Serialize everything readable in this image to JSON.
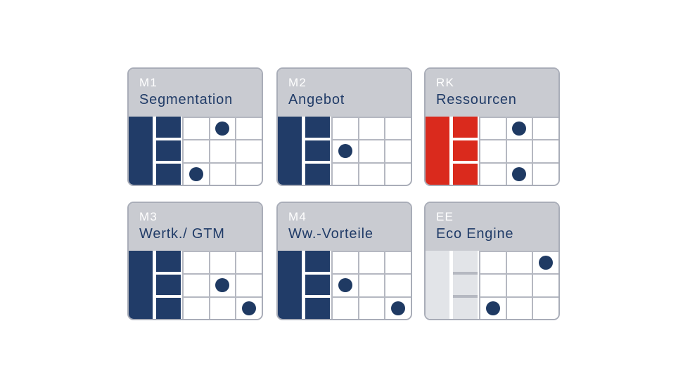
{
  "colors": {
    "navy": "#213C68",
    "red": "#DA2A1D",
    "header_gray": "#C9CBD1",
    "ee_light_gray": "#E2E4E8",
    "card_border": "#A9ADB8",
    "cell_line": "#B5B8C1",
    "code_text": "#FFFFFF",
    "title_text": "#213C68",
    "dot": "#1F3A63"
  },
  "grid_meta": {
    "rows": 3,
    "filled_bar_columns": 2,
    "dot_columns": 3
  },
  "cards": [
    {
      "code": "M1",
      "title": "Segmentation",
      "bar_color": "#213C68",
      "bar_gap_color": "#FFFFFF",
      "dots": [
        {
          "row": 1,
          "col": 2
        },
        {
          "row": 3,
          "col": 1
        }
      ]
    },
    {
      "code": "M2",
      "title": "Angebot",
      "bar_color": "#213C68",
      "bar_gap_color": "#FFFFFF",
      "dots": [
        {
          "row": 2,
          "col": 1
        }
      ]
    },
    {
      "code": "RK",
      "title": "Ressourcen",
      "bar_color": "#DA2A1D",
      "bar_gap_color": "#FFFFFF",
      "dots": [
        {
          "row": 1,
          "col": 2
        },
        {
          "row": 3,
          "col": 2
        }
      ]
    },
    {
      "code": "M3",
      "title": "Wertk./ GTM",
      "bar_color": "#213C68",
      "bar_gap_color": "#FFFFFF",
      "dots": [
        {
          "row": 2,
          "col": 2
        },
        {
          "row": 3,
          "col": 3
        }
      ]
    },
    {
      "code": "M4",
      "title": "Ww.-Vorteile",
      "bar_color": "#213C68",
      "bar_gap_color": "#FFFFFF",
      "dots": [
        {
          "row": 2,
          "col": 1
        },
        {
          "row": 3,
          "col": 3
        }
      ]
    },
    {
      "code": "EE",
      "title": "Eco Engine",
      "bar_color": "#E2E4E8",
      "bar_gap_color": "#B5B8C1",
      "dots": [
        {
          "row": 1,
          "col": 3
        },
        {
          "row": 3,
          "col": 1
        }
      ]
    }
  ]
}
